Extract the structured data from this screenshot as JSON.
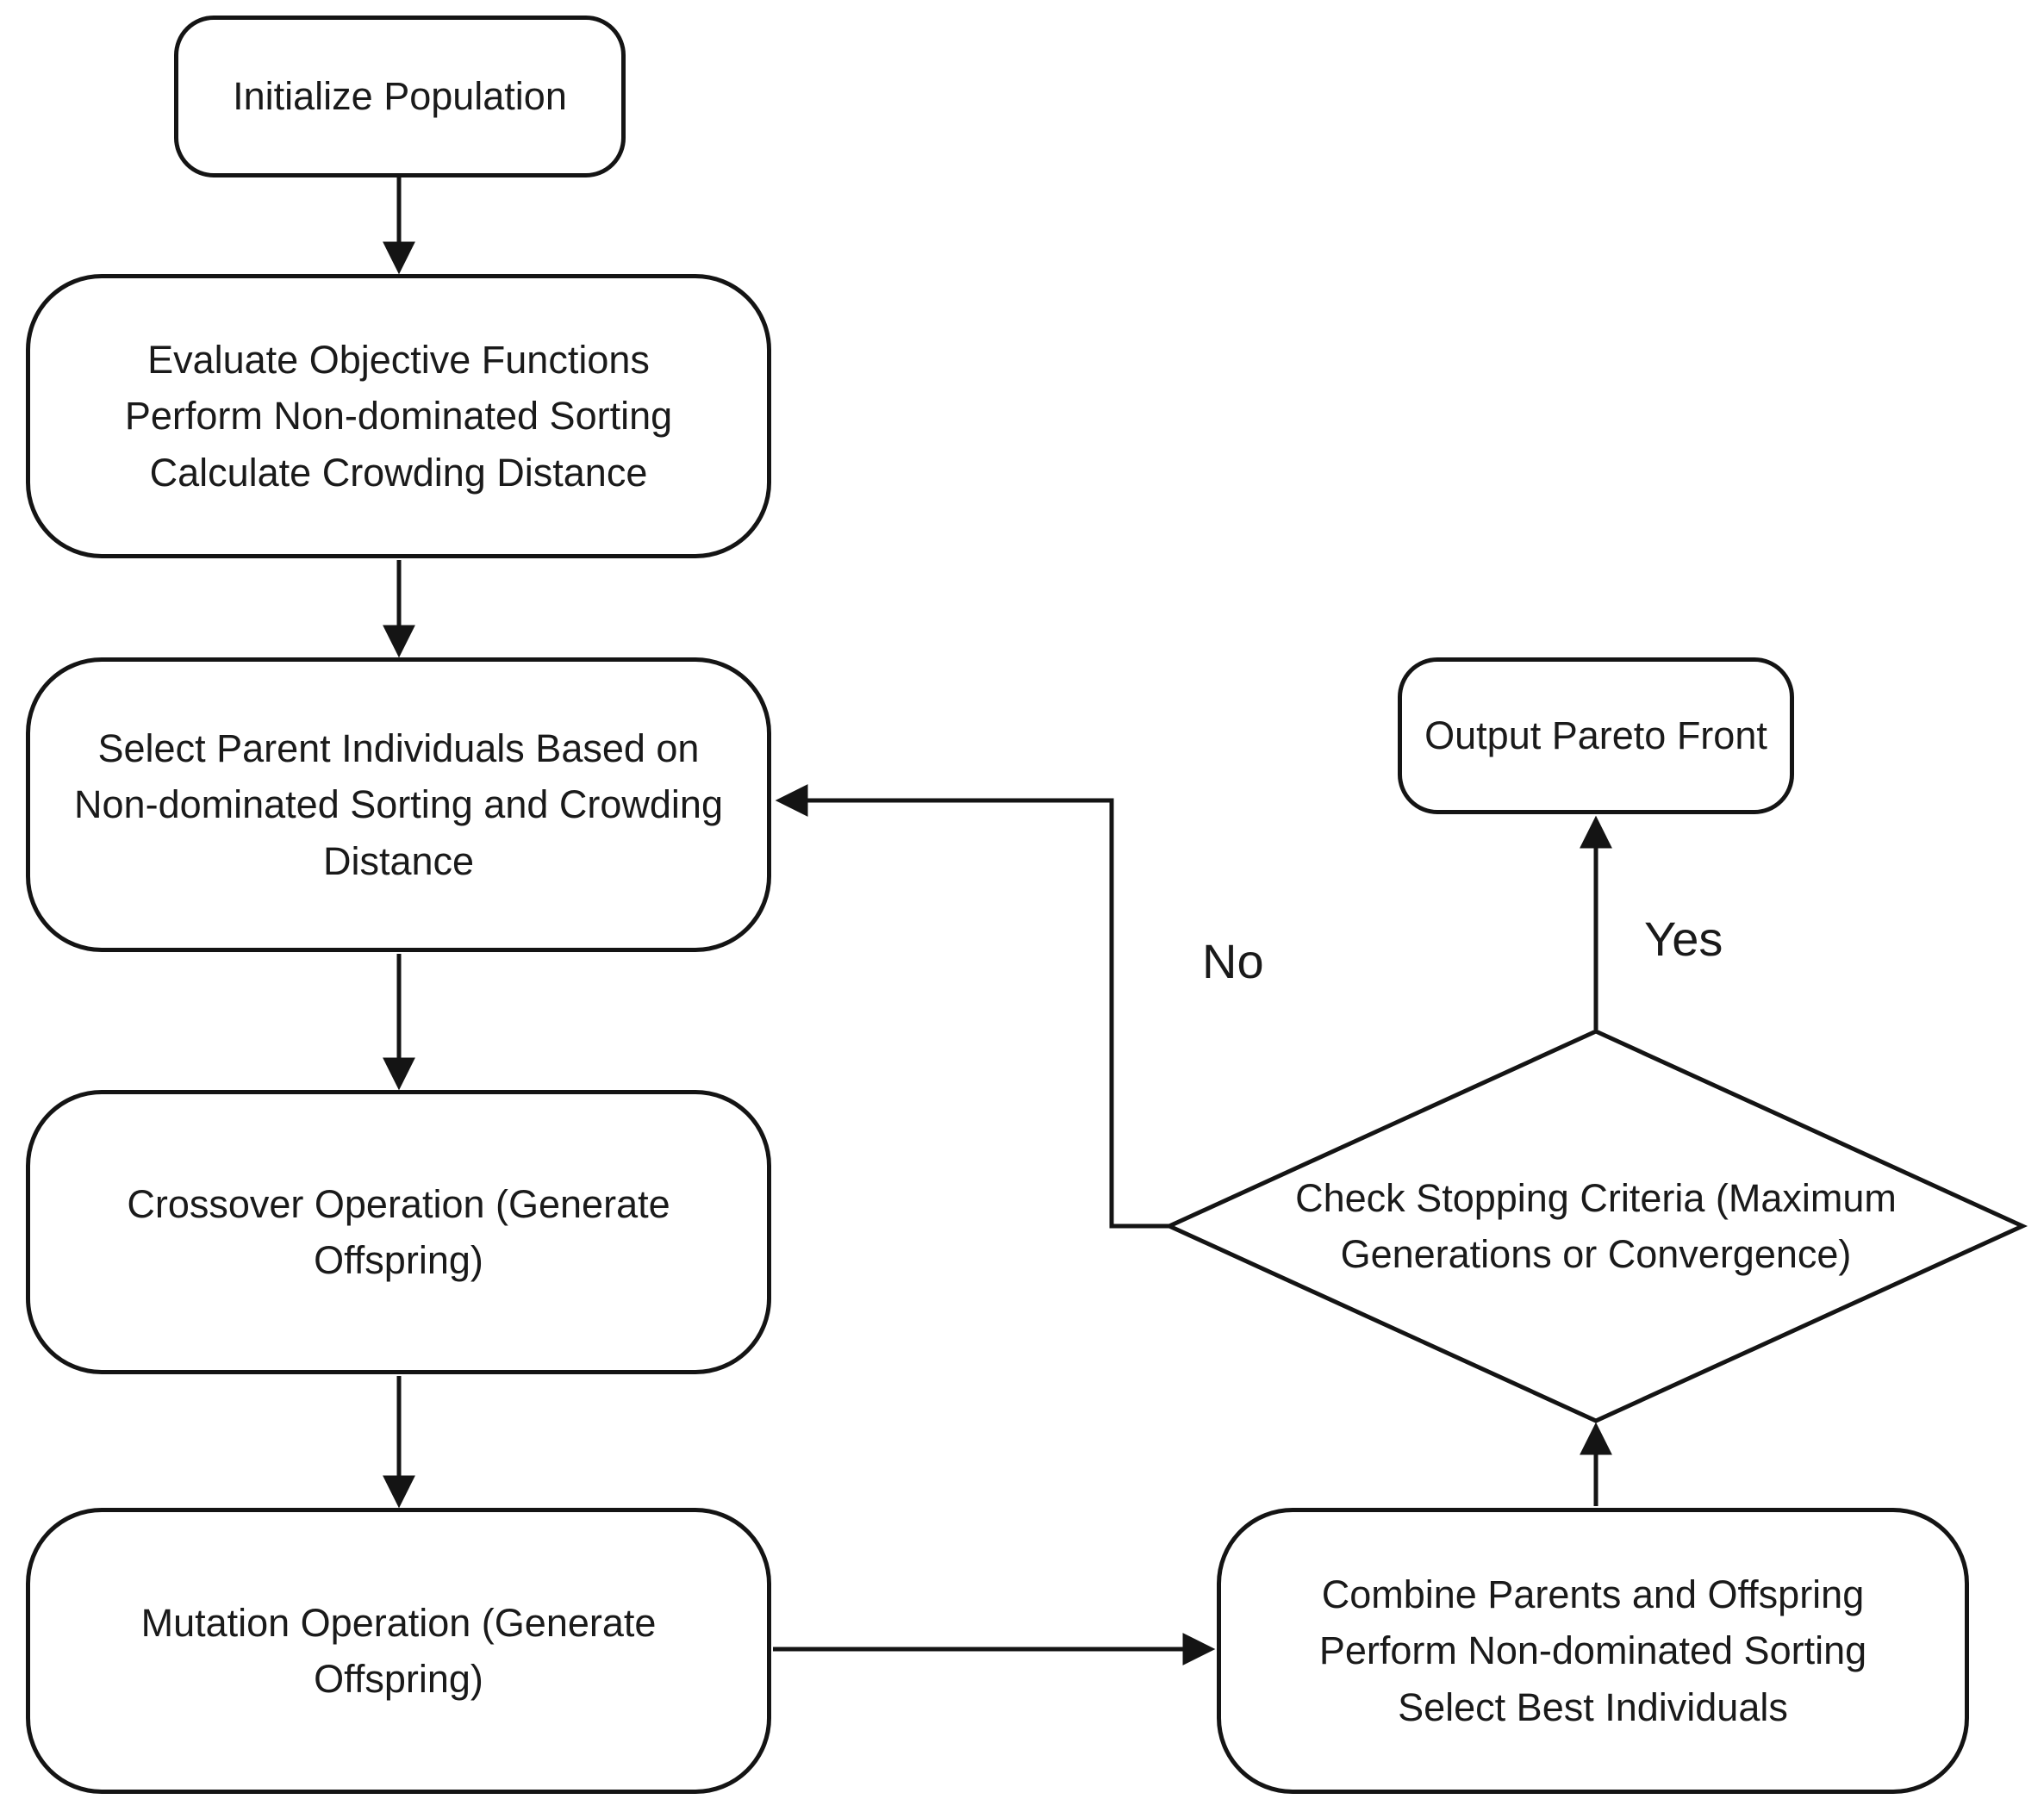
{
  "diagram": {
    "type": "flowchart",
    "background": "#ffffff",
    "stroke_color": "#141414",
    "nodes": {
      "initialize": {
        "label": "Initialize Population"
      },
      "evaluate": {
        "lines": [
          "Evaluate Objective Functions",
          "Perform Non-dominated Sorting",
          "Calculate Crowding Distance"
        ]
      },
      "select_parents": {
        "lines": [
          "Select Parent Individuals Based on",
          "Non-dominated Sorting and Crowding",
          "Distance"
        ]
      },
      "crossover": {
        "lines": [
          "Crossover Operation (Generate",
          "Offspring)"
        ]
      },
      "mutation": {
        "lines": [
          "Mutation Operation (Generate",
          "Offspring)"
        ]
      },
      "combine": {
        "lines": [
          "Combine Parents and Offspring",
          "Perform Non-dominated Sorting",
          "Select Best Individuals"
        ]
      },
      "decision": {
        "lines": [
          "Check Stopping Criteria (Maximum",
          "Generations or Convergence)"
        ]
      },
      "output": {
        "label": "Output Pareto Front"
      }
    },
    "edge_labels": {
      "yes": "Yes",
      "no": "No"
    }
  }
}
